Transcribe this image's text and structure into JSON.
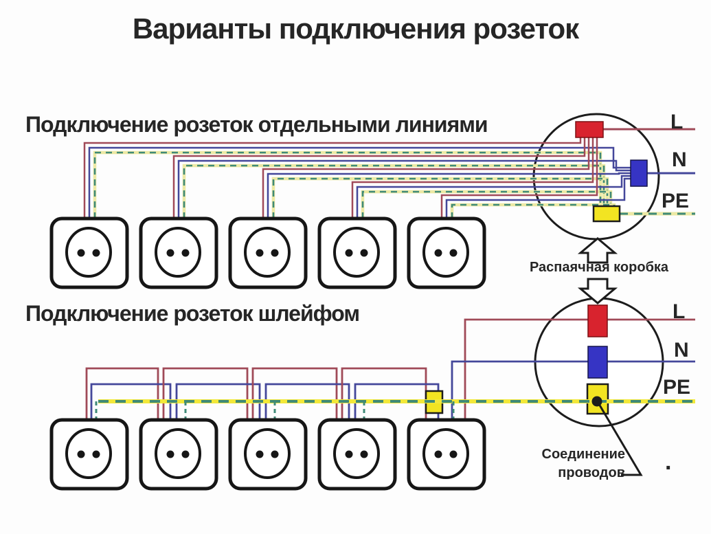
{
  "title": "Варианты подключения розеток",
  "sockets_per_row": 5,
  "diagram1": {
    "heading": "Подключение розеток отдельными линиями",
    "wire_labels": {
      "l": "L",
      "n": "N",
      "pe": "PE"
    }
  },
  "diagram2": {
    "heading": "Подключение розеток шлейфом",
    "wire_labels": {
      "l": "L",
      "n": "N",
      "pe": "PE"
    }
  },
  "junction_box_label": "Распаячная коробка",
  "wire_connection_label": {
    "line1": "Соединение",
    "line2": "проводов"
  },
  "trailing_period": ".",
  "colors": {
    "wire_red": "#a04a58",
    "wire_blue": "#44479a",
    "pe_yellow_pale": "#ece9a4",
    "pe_yellow_bright": "#f2e83a",
    "pe_green": "#3f8a78",
    "box_red": "#d8232e",
    "box_blue": "#3634c4",
    "box_yellow": "#f2e422",
    "outline": "#1c1c1c"
  }
}
